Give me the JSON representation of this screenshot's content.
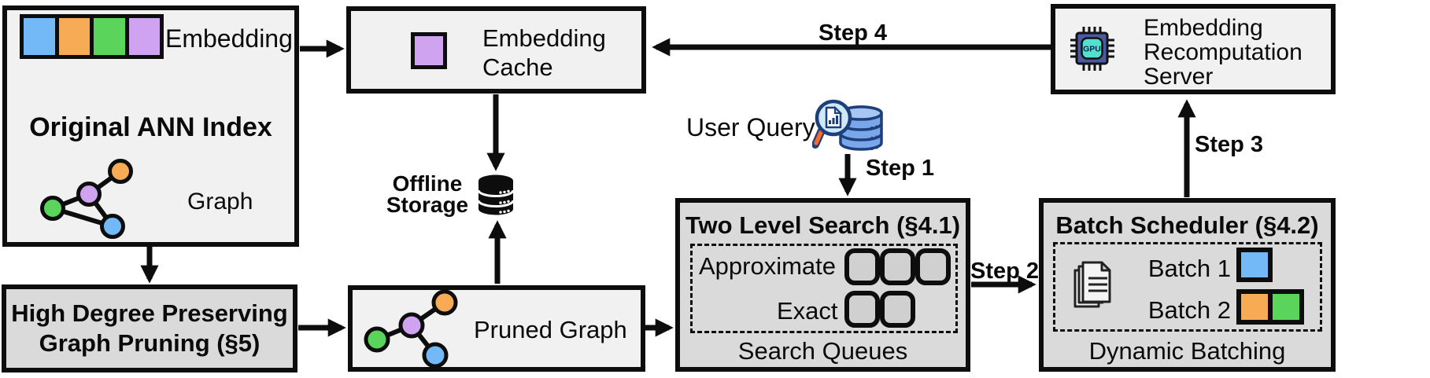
{
  "diagram": {
    "boxes": {
      "original": {
        "title": "Original ANN Index",
        "embedding_label": "Embedding",
        "graph_label": "Graph"
      },
      "pruning": {
        "line1": "High Degree Preserving",
        "line2": "Graph Pruning (§5)"
      },
      "cache": {
        "line1": "Embedding",
        "line2": "Cache"
      },
      "pruned": {
        "label": "Pruned Graph"
      },
      "two_level": {
        "title": "Two Level Search (§4.1)",
        "approximate_label": "Approximate",
        "exact_label": "Exact",
        "footer": "Search Queues"
      },
      "batch": {
        "title": "Batch Scheduler (§4.2)",
        "batch1_label": "Batch 1",
        "batch2_label": "Batch 2",
        "footer": "Dynamic Batching"
      },
      "server": {
        "line1": "Embedding",
        "line2": "Recomputation",
        "line3": "Server",
        "gpu_label": "GPU"
      }
    },
    "floating": {
      "offline1": "Offline",
      "offline2": "Storage",
      "user_query": "User Query",
      "step1": "Step 1",
      "step2": "Step 2",
      "step3": "Step 3",
      "step4": "Step 4"
    },
    "colors": {
      "blue": "#74b9f7",
      "orange": "#f7ab54",
      "green": "#5bd45b",
      "purple": "#cfa3f0",
      "light_box": "#f1f1f1",
      "dark_box": "#dadada",
      "queue": "#d0d0d0",
      "line": "#0d0d0d",
      "gpu_chip": "#4a5a9e",
      "gpu_core": "#52e0d0",
      "db_blue": "#7aa6ea",
      "handle_orange": "#f4692e"
    }
  }
}
